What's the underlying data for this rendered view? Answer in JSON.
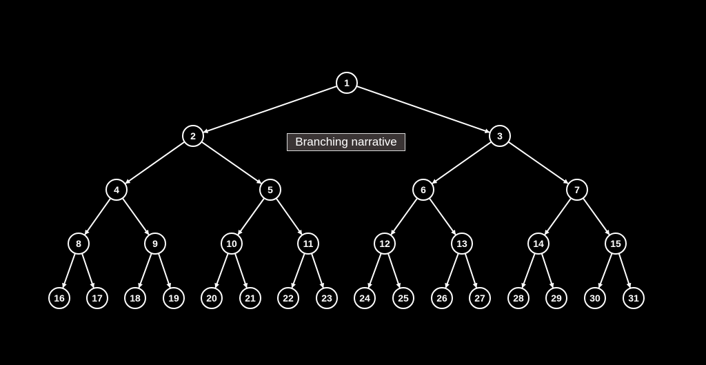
{
  "caption": "Branching narrative",
  "colors": {
    "background": "#000000",
    "stroke": "#ffffff",
    "caption_background": "#3a3434",
    "caption_border": "#d8d8d8"
  },
  "tree": {
    "type": "binary-tree",
    "root": "1",
    "nodes": [
      "1",
      "2",
      "3",
      "4",
      "5",
      "6",
      "7",
      "8",
      "9",
      "10",
      "11",
      "12",
      "13",
      "14",
      "15",
      "16",
      "17",
      "18",
      "19",
      "20",
      "21",
      "22",
      "23",
      "24",
      "25",
      "26",
      "27",
      "28",
      "29",
      "30",
      "31"
    ],
    "edges": [
      [
        "1",
        "2"
      ],
      [
        "1",
        "3"
      ],
      [
        "2",
        "4"
      ],
      [
        "2",
        "5"
      ],
      [
        "3",
        "6"
      ],
      [
        "3",
        "7"
      ],
      [
        "4",
        "8"
      ],
      [
        "4",
        "9"
      ],
      [
        "5",
        "10"
      ],
      [
        "5",
        "11"
      ],
      [
        "6",
        "12"
      ],
      [
        "6",
        "13"
      ],
      [
        "7",
        "14"
      ],
      [
        "7",
        "15"
      ],
      [
        "8",
        "16"
      ],
      [
        "8",
        "17"
      ],
      [
        "9",
        "18"
      ],
      [
        "9",
        "19"
      ],
      [
        "10",
        "20"
      ],
      [
        "10",
        "21"
      ],
      [
        "11",
        "22"
      ],
      [
        "11",
        "23"
      ],
      [
        "12",
        "24"
      ],
      [
        "12",
        "25"
      ],
      [
        "13",
        "26"
      ],
      [
        "13",
        "27"
      ],
      [
        "14",
        "28"
      ],
      [
        "14",
        "29"
      ],
      [
        "15",
        "30"
      ],
      [
        "15",
        "31"
      ]
    ]
  }
}
